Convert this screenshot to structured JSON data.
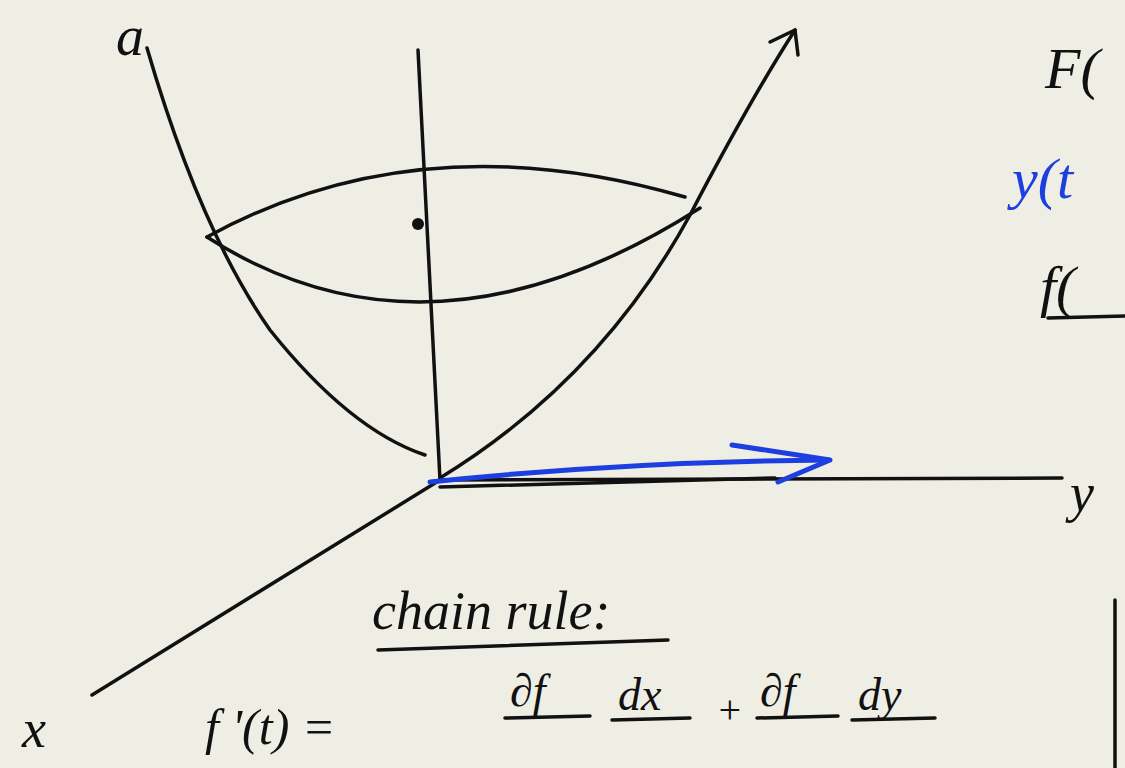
{
  "diagram": {
    "labels": [
      "a",
      "x",
      "y",
      "chain rule:",
      "f '(t) =",
      "∂f",
      "dx",
      "+",
      "∂f",
      "dy",
      "F(",
      "y(t",
      "f("
    ]
  }
}
